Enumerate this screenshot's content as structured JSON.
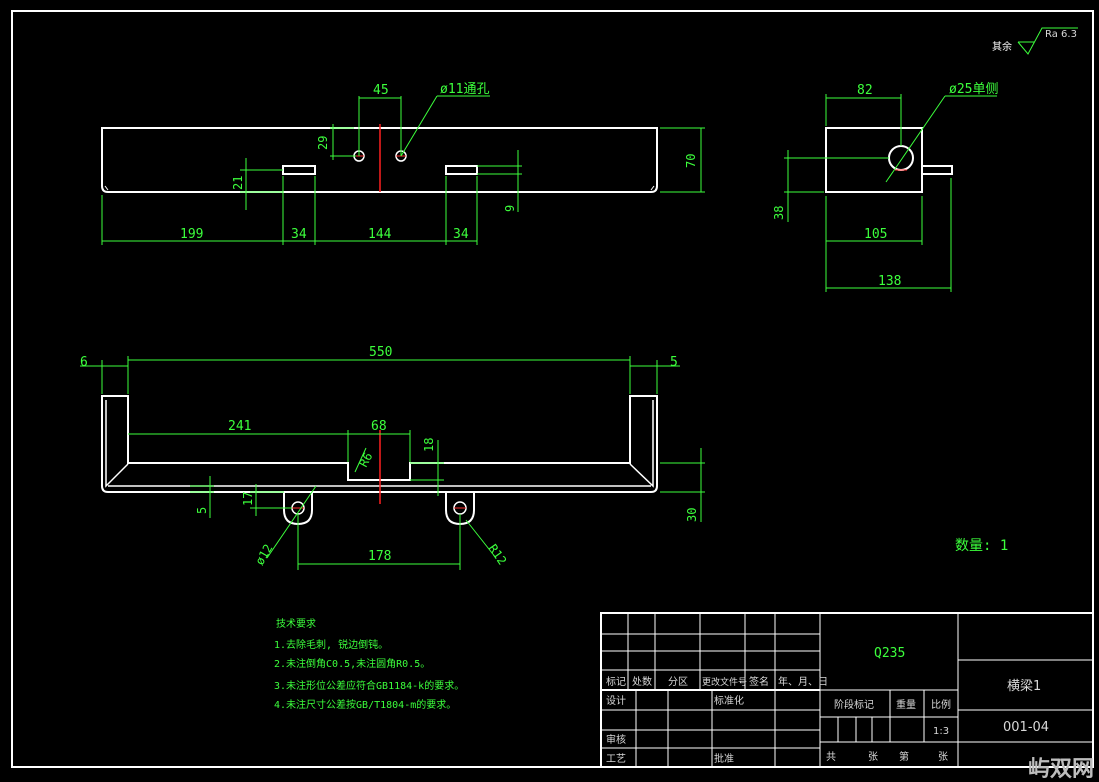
{
  "roughness": {
    "label": "其余",
    "value": "Ra 6.3"
  },
  "top_view": {
    "dim_hole_spacing": "45",
    "hole_callout": "ø11通孔",
    "dim_hole_height": "29",
    "dim_height": "70",
    "dim_slot_depth": "21",
    "dim_slot_height": "9",
    "dim_bottom": [
      "199",
      "34",
      "144",
      "34"
    ]
  },
  "side_view": {
    "dim_width": "82",
    "hole_callout": "ø25单侧",
    "dim_hole_height": "38",
    "dim_body": "105",
    "dim_total": "138"
  },
  "front_view": {
    "dim_left_wall": "6",
    "dim_length": "550",
    "dim_right_wall": "5",
    "dim_notch_pos": "241",
    "dim_notch_width": "68",
    "dim_notch_radius": "R6",
    "dim_notch_depth": "18",
    "dim_thickness": "5",
    "dim_ear_height": "17",
    "dim_total_height": "30",
    "ear_hole": "ø12",
    "ear_spacing": "178",
    "ear_radius": "R12"
  },
  "quantity": "数量: 1",
  "tech_notes": {
    "title": "技术要求",
    "items": [
      "1.去除毛刺, 锐边倒钝。",
      "2.未注倒角C0.5,未注圆角R0.5。",
      "3.未注形位公差应符合GB1184-k的要求。",
      "4.未注尺寸公差按GB/T1804-m的要求。"
    ]
  },
  "title_block": {
    "material": "Q235",
    "part_name": "横梁1",
    "drawing_no": "001-04",
    "rev_headers": [
      "标记",
      "处数",
      "分区",
      "更改文件号",
      "签名",
      "年、月、日"
    ],
    "design": "设计",
    "standardize": "标准化",
    "review": "审核",
    "process": "工艺",
    "approve": "批准",
    "stage_mark": "阶段标记",
    "weight": "重量",
    "scale": "比例",
    "scale_value": "1:3",
    "footer": [
      "共",
      "张",
      "第",
      "张"
    ]
  },
  "watermark": "屿双网"
}
